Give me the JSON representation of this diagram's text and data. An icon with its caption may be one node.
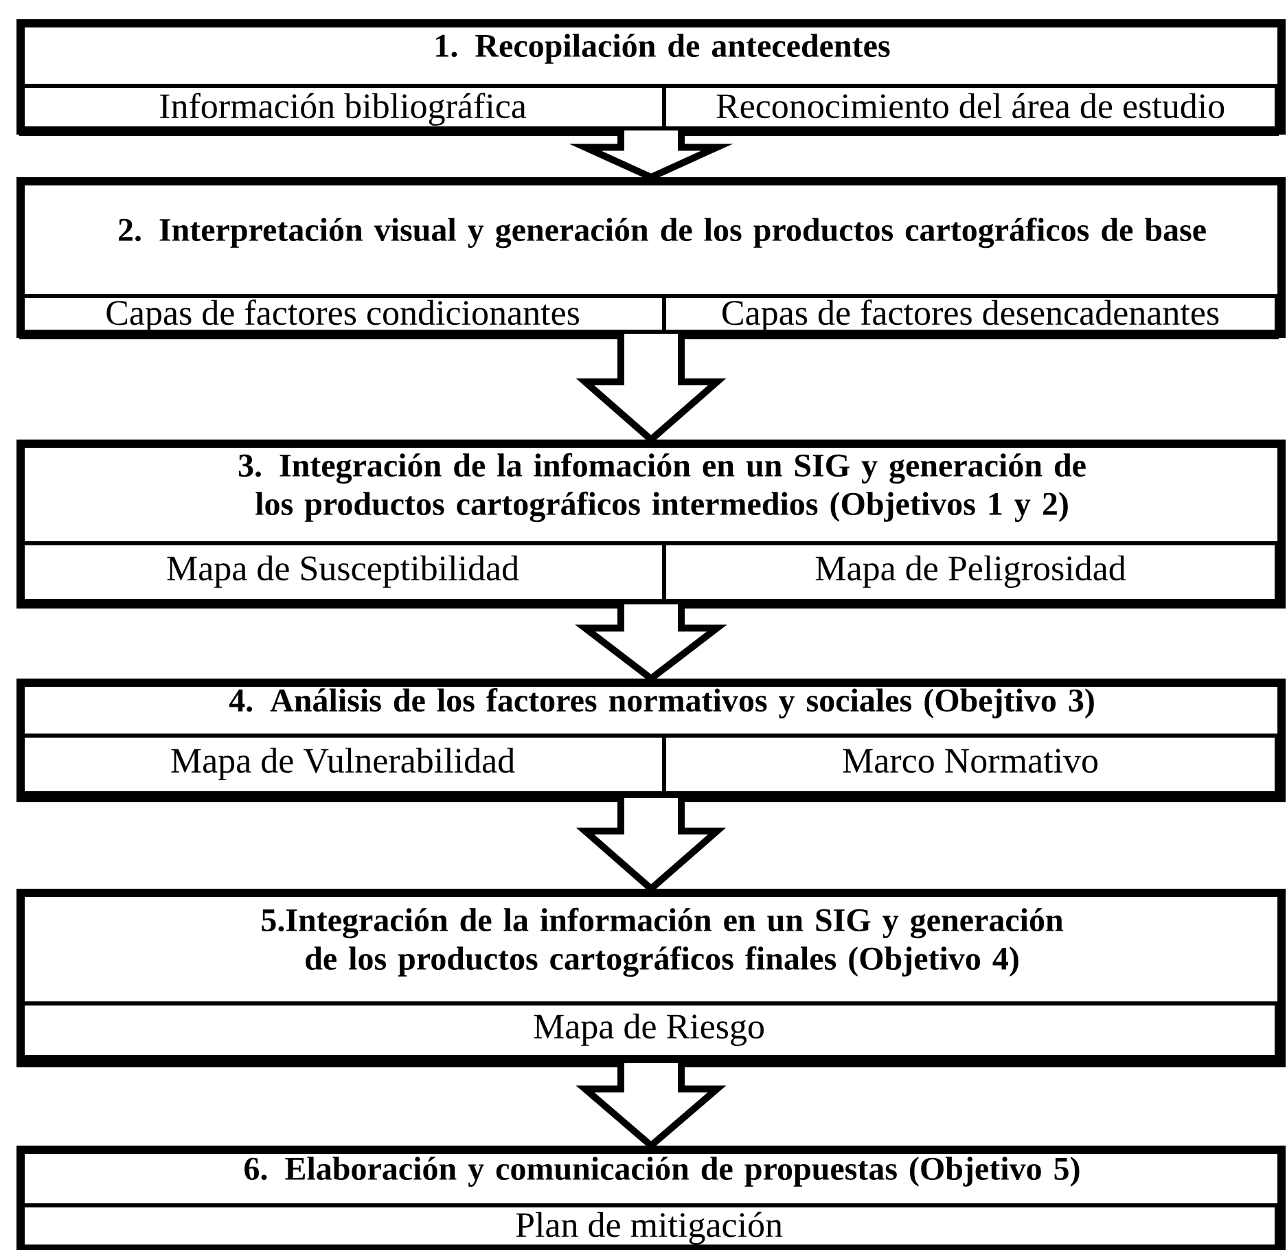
{
  "diagram": {
    "nodes": [
      {
        "text": [
          "1. Recopilación de antecedentes"
        ]
      },
      {
        "text": [
          "Información bibliográfica"
        ],
        "in": 0
      },
      {
        "text": [
          "Reconocimiento del área de estudio"
        ],
        "in": 0
      },
      {
        "text": [
          "2. Interpretación visual y generación de los productos cartográficos de base"
        ]
      },
      {
        "text": [
          "Capas de factores condicionantes"
        ],
        "in": 3
      },
      {
        "text": [
          "Capas de factores desencadenantes"
        ],
        "in": 3
      },
      {
        "text": [
          "3. Integración de la infomación en un SIG y generación de los productos cartográficos intermedios (Objetivos 1 y 2)"
        ]
      },
      {
        "text": [
          "Mapa de Susceptibilidad"
        ],
        "in": 6
      },
      {
        "text": [
          "Mapa de Peligrosidad"
        ],
        "in": 6
      },
      {
        "text": [
          "4. Análisis de los factores normativos y sociales  (Obejtivo 3)"
        ]
      },
      {
        "text": [
          "Mapa de Vulnerabilidad"
        ],
        "in": 9
      },
      {
        "text": [
          "Marco Normativo"
        ],
        "in": 9
      },
      {
        "text": [
          "5.Integración de la información en un SIG  y generación de los productos cartográficos finales (Objetivo 4)"
        ]
      },
      {
        "text": [
          "Mapa de Riesgo"
        ],
        "in": 12
      },
      {
        "text": [
          "6. Elaboración y comunicación de propuestas (Objetivo 5)"
        ]
      },
      {
        "text": [
          "Plan de mitigación"
        ],
        "in": 14
      }
    ],
    "edges": [
      {
        "from": 0,
        "to": 3,
        "arrow": "to"
      },
      {
        "from": 3,
        "to": 6,
        "arrow": "to"
      },
      {
        "from": 6,
        "to": 9,
        "arrow": "to"
      },
      {
        "from": 9,
        "to": 12,
        "arrow": "to"
      },
      {
        "from": 12,
        "to": 14,
        "arrow": "to"
      }
    ]
  }
}
